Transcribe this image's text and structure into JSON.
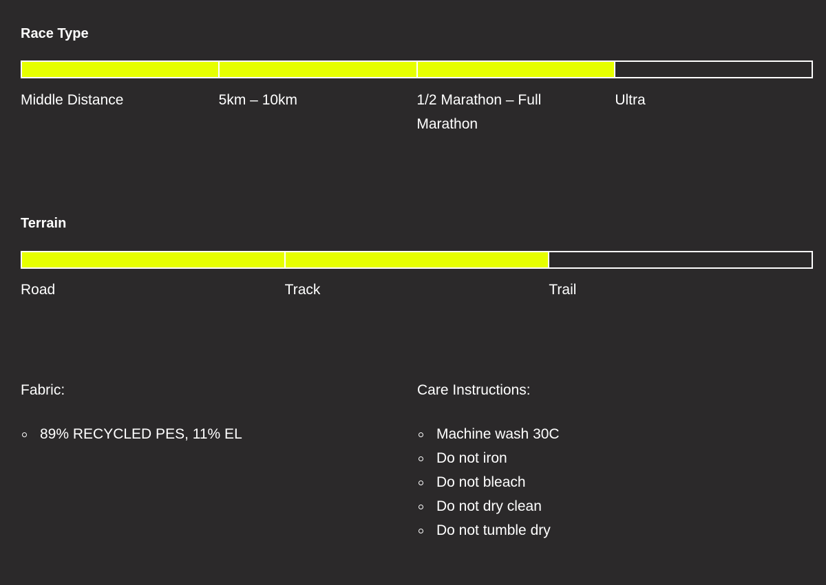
{
  "race_type": {
    "title": "Race Type",
    "segments": 4,
    "filled": 3,
    "labels": [
      "Middle Distance",
      "5km – 10km",
      "1/2 Marathon – Full Marathon",
      "Ultra"
    ]
  },
  "terrain": {
    "title": "Terrain",
    "segments": 3,
    "filled": 2,
    "labels": [
      "Road",
      "Track",
      "Trail"
    ]
  },
  "fabric": {
    "title": "Fabric:",
    "items": [
      "89% RECYCLED PES, 11% EL"
    ]
  },
  "care": {
    "title": "Care Instructions:",
    "items": [
      "Machine wash 30C",
      "Do not iron",
      "Do not bleach",
      "Do not dry clean",
      "Do not tumble dry"
    ]
  },
  "colors": {
    "background": "#2b292a",
    "accent": "#e6ff00",
    "text": "#ffffff"
  }
}
